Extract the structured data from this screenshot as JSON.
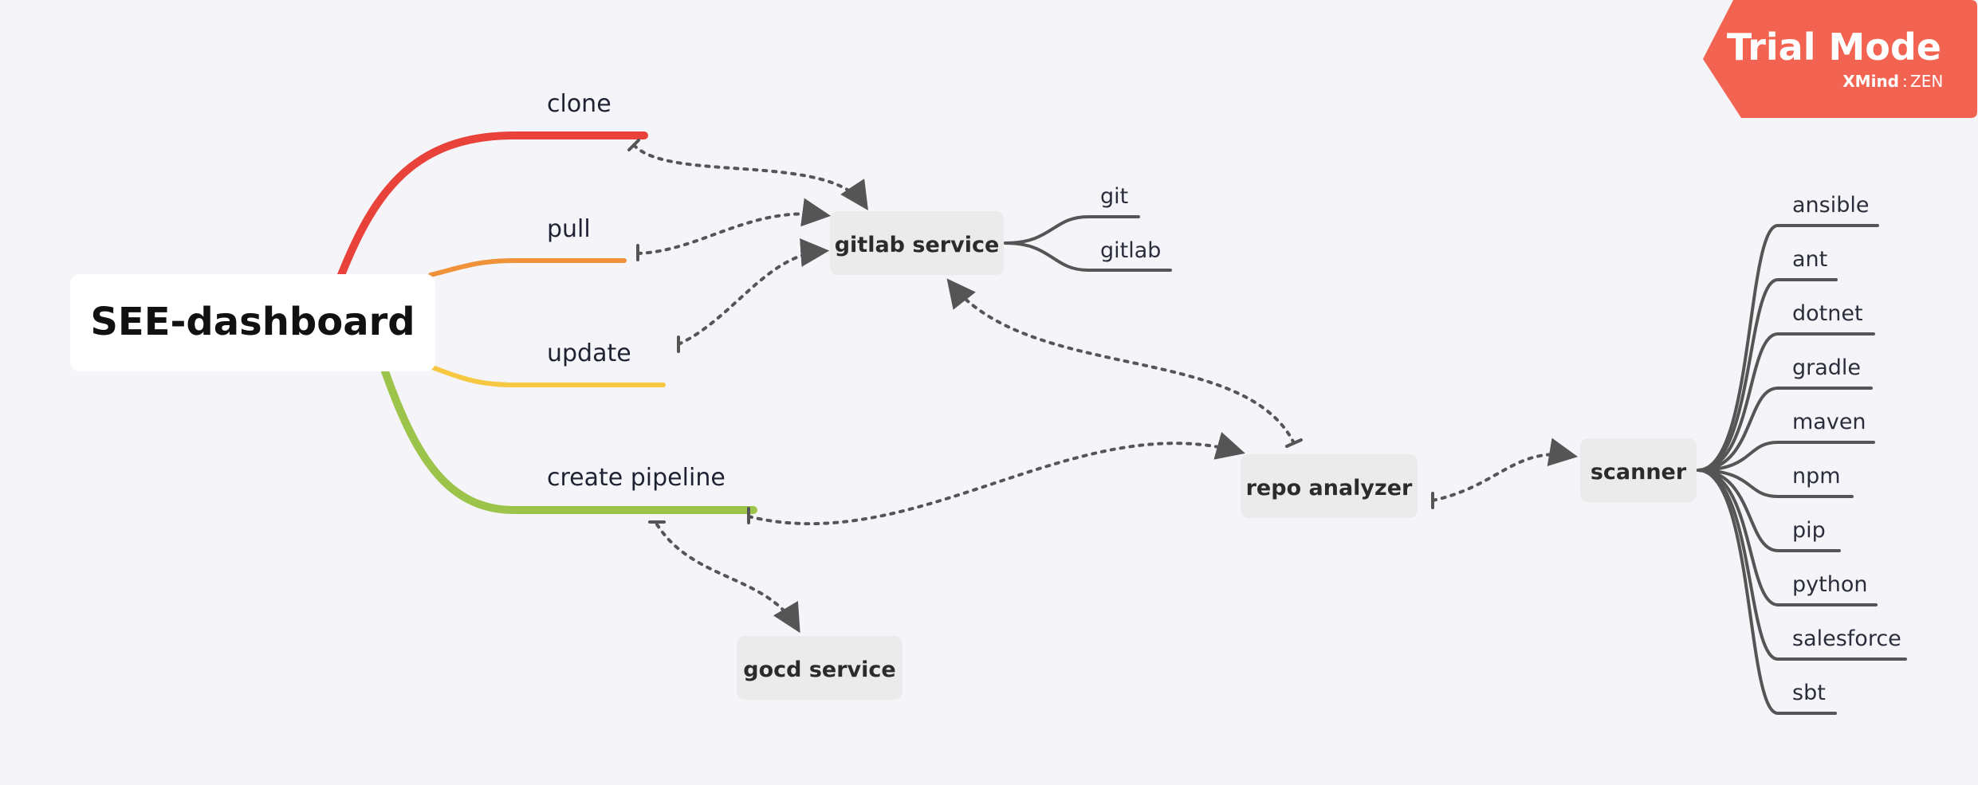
{
  "root": {
    "label": "SEE-dashboard"
  },
  "branches": [
    {
      "label": "clone",
      "color": "#e8423a"
    },
    {
      "label": "pull",
      "color": "#f0923a"
    },
    {
      "label": "update",
      "color": "#f6c842"
    },
    {
      "label": "create pipeline",
      "color": "#9dc44a"
    }
  ],
  "services": {
    "gitlab": "gitlab service",
    "gocd": "gocd service",
    "repo_analyzer": "repo analyzer",
    "scanner": "scanner"
  },
  "gitlab_children": [
    "git",
    "gitlab"
  ],
  "scanner_children": [
    "ansible",
    "ant",
    "dotnet",
    "gradle",
    "maven",
    "npm",
    "pip",
    "python",
    "salesforce",
    "sbt"
  ],
  "trial": {
    "title": "Trial Mode",
    "brand": "XMind",
    "edition": "ZEN",
    "color": "#f26451"
  },
  "colors": {
    "background": "#f5f5f9",
    "connector": "#555555",
    "box": "#ebebeb"
  }
}
